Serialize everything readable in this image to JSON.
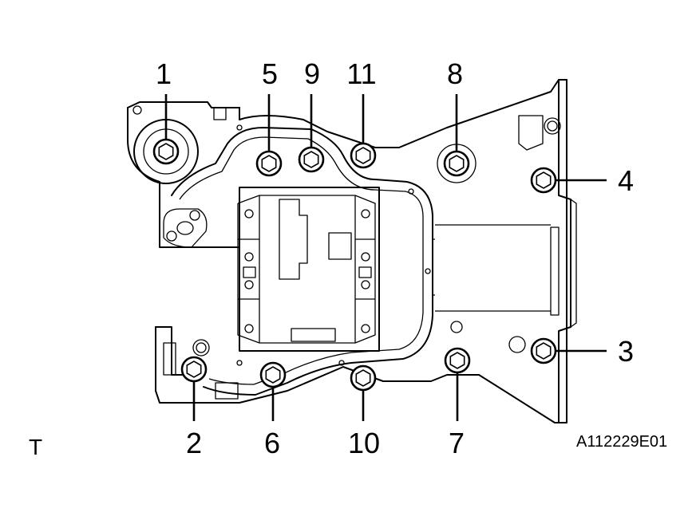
{
  "figure_code": "A112229E01",
  "corner_marker": "T",
  "bolts": [
    {
      "id": "1",
      "label": "1"
    },
    {
      "id": "2",
      "label": "2"
    },
    {
      "id": "3",
      "label": "3"
    },
    {
      "id": "4",
      "label": "4"
    },
    {
      "id": "5",
      "label": "5"
    },
    {
      "id": "6",
      "label": "6"
    },
    {
      "id": "7",
      "label": "7"
    },
    {
      "id": "8",
      "label": "8"
    },
    {
      "id": "9",
      "label": "9"
    },
    {
      "id": "10",
      "label": "10"
    },
    {
      "id": "11",
      "label": "11"
    }
  ]
}
